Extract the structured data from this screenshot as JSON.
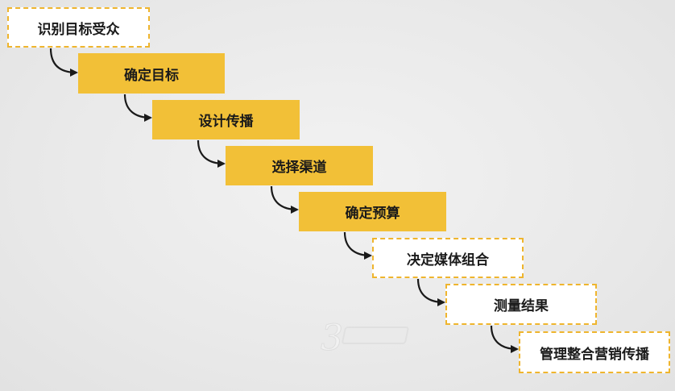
{
  "steps": [
    {
      "label": "识别目标受众",
      "style": "dashed"
    },
    {
      "label": "确定目标",
      "style": "solid"
    },
    {
      "label": "设计传播",
      "style": "solid"
    },
    {
      "label": "选择渠道",
      "style": "solid"
    },
    {
      "label": "确定预算",
      "style": "solid"
    },
    {
      "label": "决定媒体组合",
      "style": "dashed"
    },
    {
      "label": "测量结果",
      "style": "dashed"
    },
    {
      "label": "管理整合营销传播",
      "style": "dashed"
    }
  ],
  "colors": {
    "accent": "#f2c037",
    "dashed_border": "#efb52e",
    "arrow": "#1a1a1a"
  }
}
